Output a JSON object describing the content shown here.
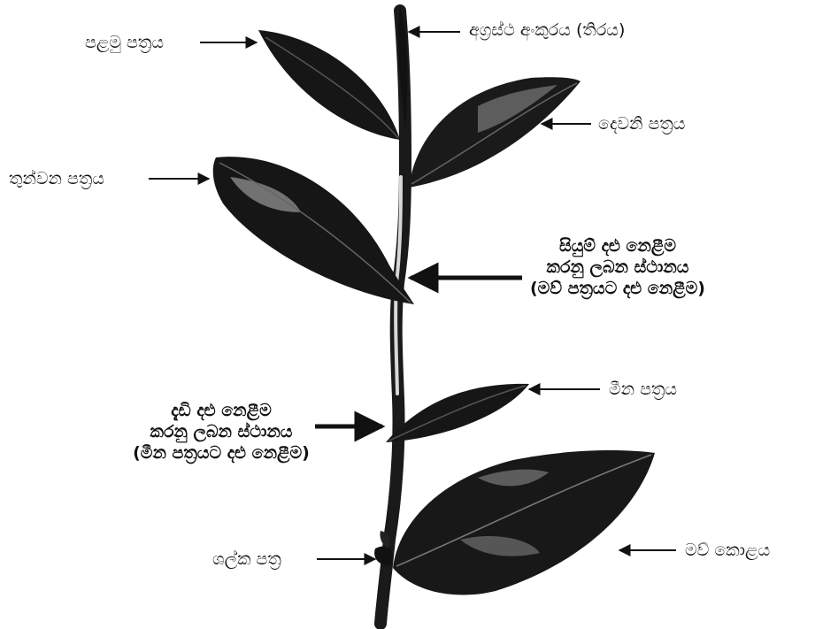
{
  "labels": {
    "apical_bud": "අග්‍රස්ථ අංකුරය (තිරය)",
    "first_leaf": "පළමු පත්‍රය",
    "second_leaf": "දෙවනි පත්‍රය",
    "third_leaf": "තුන්වන පත්‍රය",
    "fine_plucking": [
      "සියුම් දළු නෙළීම",
      "කරනු ලබන ස්ථානය",
      "(මව් පත්‍රයට දළු නෙළීම)"
    ],
    "fish_leaf": "මීන පත්‍රය",
    "coarse_plucking": [
      "දැඩි දළු නෙළීම",
      "කරනු ලබන ස්ථානය",
      "(මීන පත්‍රයට දළු නෙළීම)"
    ],
    "scale_leaf": "ශල්ක පත්‍ර",
    "mother_leaf": "මව් කොළය"
  }
}
